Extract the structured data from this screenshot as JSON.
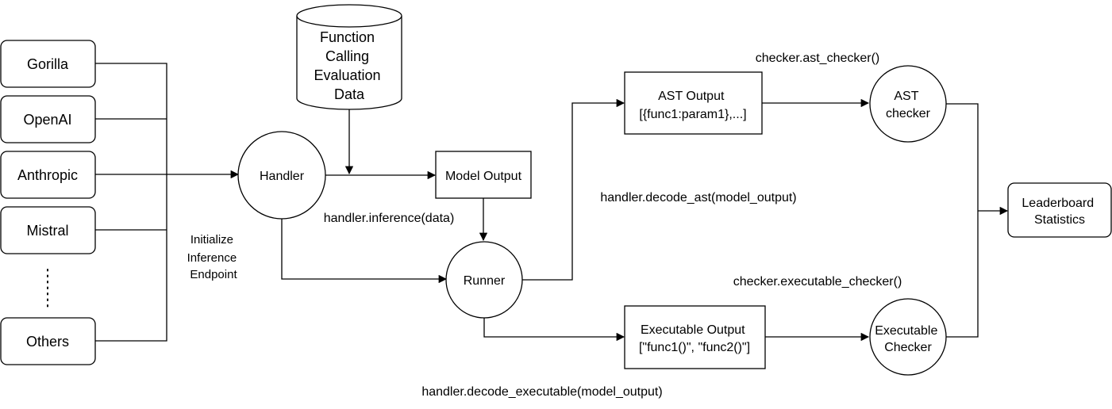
{
  "providers": [
    "Gorilla",
    "OpenAI",
    "Anthropic",
    "Mistral",
    "Others"
  ],
  "ellipsis": "⋮",
  "database": {
    "lines": [
      "Function",
      "Calling",
      "Evaluation",
      "Data"
    ]
  },
  "nodes": {
    "handler": "Handler",
    "model_output": "Model Output",
    "runner": "Runner",
    "ast_output": [
      "AST Output",
      "[{func1:param1},...]"
    ],
    "exec_output": [
      "Executable Output",
      "[\"func1()\", \"func2()\"]"
    ],
    "ast_checker": [
      "AST",
      "checker"
    ],
    "exec_checker": [
      "Executable",
      "Checker"
    ],
    "leaderboard": [
      "Leaderboard",
      "Statistics"
    ]
  },
  "labels": {
    "initialize": [
      "Initialize",
      "Inference",
      "Endpoint"
    ],
    "inference": "handler.inference(data)",
    "decode_ast": "handler.decode_ast(model_output)",
    "decode_exec": "handler.decode_executable(model_output)",
    "ast_check_call": "checker.ast_checker()",
    "exec_check_call": "checker.executable_checker()"
  },
  "colors": {
    "stroke": "#000000",
    "fill": "#ffffff",
    "text": "#000000"
  }
}
